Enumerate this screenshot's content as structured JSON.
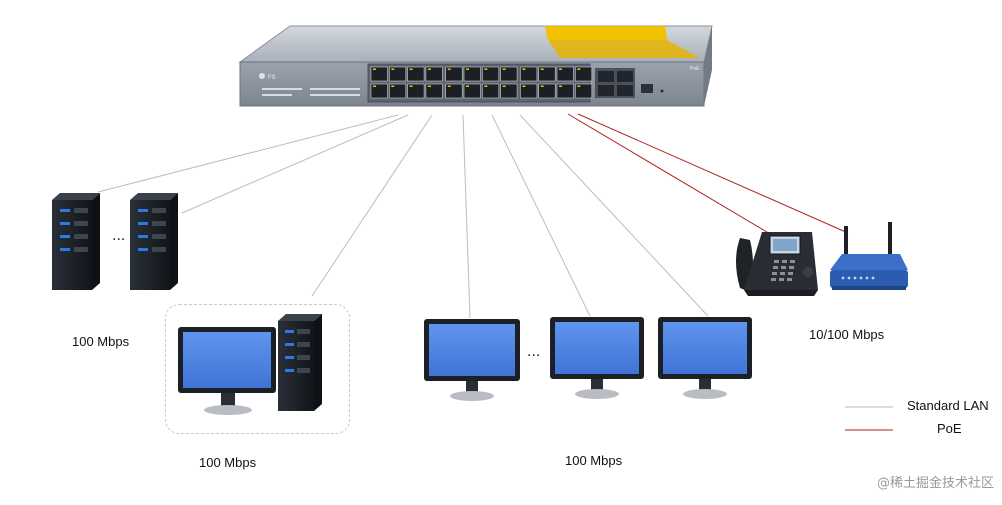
{
  "labels": {
    "left_servers_speed": "100 Mbps",
    "workstation_speed": "100 Mbps",
    "monitors_speed": "100 Mbps",
    "poe_devices_speed": "10/100 Mbps"
  },
  "legend": {
    "items": [
      {
        "label": "Standard LAN",
        "color": "#b8b8b8"
      },
      {
        "label": "PoE",
        "color": "#b22222"
      }
    ]
  },
  "switch": {
    "brand": "FS",
    "badge": "PoE"
  },
  "ellipsis": "...",
  "watermark": "@稀土掘金技术社区",
  "icons": [
    "network-switch-icon",
    "server-tower-icon",
    "monitor-icon",
    "ip-phone-icon",
    "wireless-router-icon"
  ],
  "colors": {
    "lan_line": "#b8b8b8",
    "poe_line": "#b22222",
    "switch_body": "#8f97a3",
    "switch_top": "#c7ccd3",
    "switch_accent": "#f2c200",
    "screen_blue": "#4f86e6",
    "device_dark": "#1b2027",
    "led_blue": "#2c7be5"
  }
}
